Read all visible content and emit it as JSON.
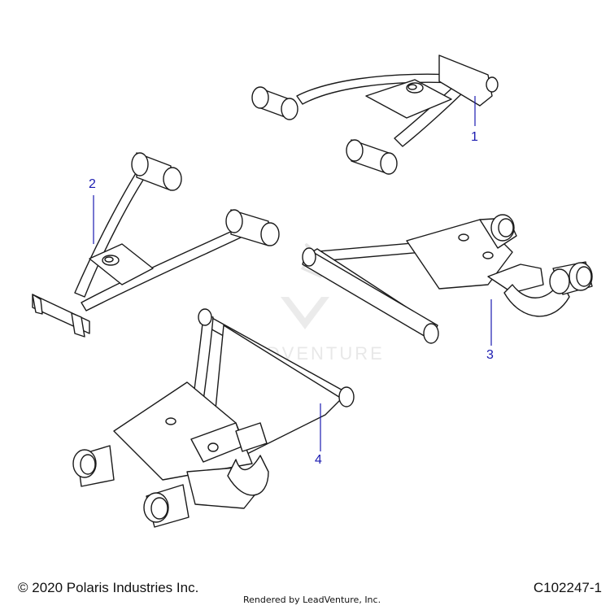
{
  "callouts": [
    "1",
    "2",
    "3",
    "4"
  ],
  "watermark": {
    "text": "LEADVENTURE"
  },
  "footer": {
    "copyright": "© 2020 Polaris Industries Inc.",
    "rendered_by": "Rendered by LeadVenture, Inc.",
    "figure_id": "C102247-1"
  },
  "colors": {
    "callout": "#1a1ab0",
    "line": "#1a1a1a",
    "watermark": "#d9d9d9"
  }
}
